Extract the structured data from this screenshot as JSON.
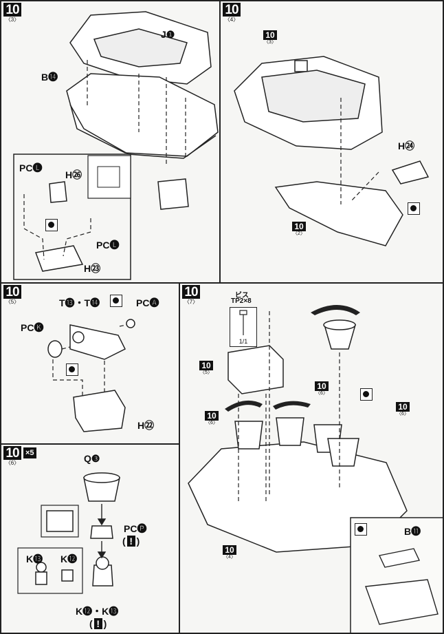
{
  "panels": {
    "p3": {
      "step": "10",
      "sub": "〈3〉",
      "labels": {
        "j1": "J❶",
        "b14": "B⓮",
        "pcl_top": "PC🅛",
        "h26": "H㉖",
        "pcl_bottom": "PC🅛",
        "h23": "H㉓"
      }
    },
    "p4": {
      "step": "10",
      "sub": "〈4〉",
      "labels": {
        "h24": "H㉔"
      },
      "ref_top": {
        "num": "10",
        "sub": "〈3〉"
      },
      "ref_bottom": {
        "num": "10",
        "sub": "〈2〉"
      }
    },
    "p5": {
      "step": "10",
      "sub": "〈5〉",
      "labels": {
        "t13t14": "T⓭・T⓮",
        "pca": "PC🅐",
        "pck": "PC🅚",
        "h22": "H㉒"
      }
    },
    "p6": {
      "step": "10",
      "sub": "〈6〉",
      "multiplier": "×5",
      "labels": {
        "q3": "Q❸",
        "pcp": "PC🅟",
        "k13": "K⓭",
        "k12": "K⓬",
        "k12k13": "K⓬・K⓭"
      },
      "excl": "!"
    },
    "p7": {
      "step": "10",
      "sub": "〈7〉",
      "screw": {
        "title": "ビス",
        "spec": "TP2×8",
        "count": "1/1"
      },
      "labels": {
        "b11": "B⓫"
      },
      "refs": [
        {
          "num": "10",
          "sub": "〈5〉"
        },
        {
          "num": "10",
          "sub": "〈6〉"
        },
        {
          "num": "10",
          "sub": "〈6〉"
        },
        {
          "num": "10",
          "sub": "〈6〉"
        },
        {
          "num": "10",
          "sub": "〈4〉"
        }
      ]
    }
  },
  "icons": {
    "sticker": "sticker-icon",
    "caution": "caution-icon",
    "rotate": "rotate-arrow-icon"
  }
}
